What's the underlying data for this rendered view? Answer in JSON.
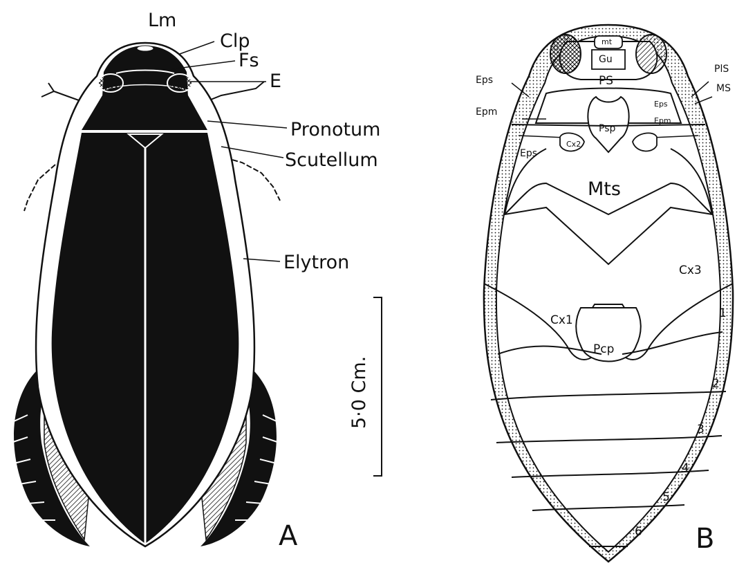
{
  "panel_a": {
    "letter": "A",
    "labels": {
      "lm": "Lm",
      "clp": "Clp",
      "fs": "Fs",
      "e": "E",
      "pronotum": "Pronotum",
      "scutellum": "Scutellum",
      "elytron": "Elytron"
    },
    "scale_bar": "5·0 Cm."
  },
  "panel_b": {
    "letter": "B",
    "labels": {
      "mt": "mt",
      "gu": "Gu",
      "ps": "PS",
      "pls": "PlS",
      "ms": "MS",
      "eps_top": "Eps",
      "epm_left": "Epm",
      "eps_right": "Eps",
      "epm_right": "Epm",
      "psp": "Psp",
      "cx2": "Cx2",
      "eps_left": "Eps",
      "mts": "Mts",
      "cx3": "Cx3",
      "cx1": "Cx1",
      "pcp": "Pcp"
    },
    "segments": [
      "1",
      "2",
      "3",
      "4",
      "5",
      "6"
    ]
  },
  "colors": {
    "ink": "#111111",
    "paper": "#ffffff"
  }
}
